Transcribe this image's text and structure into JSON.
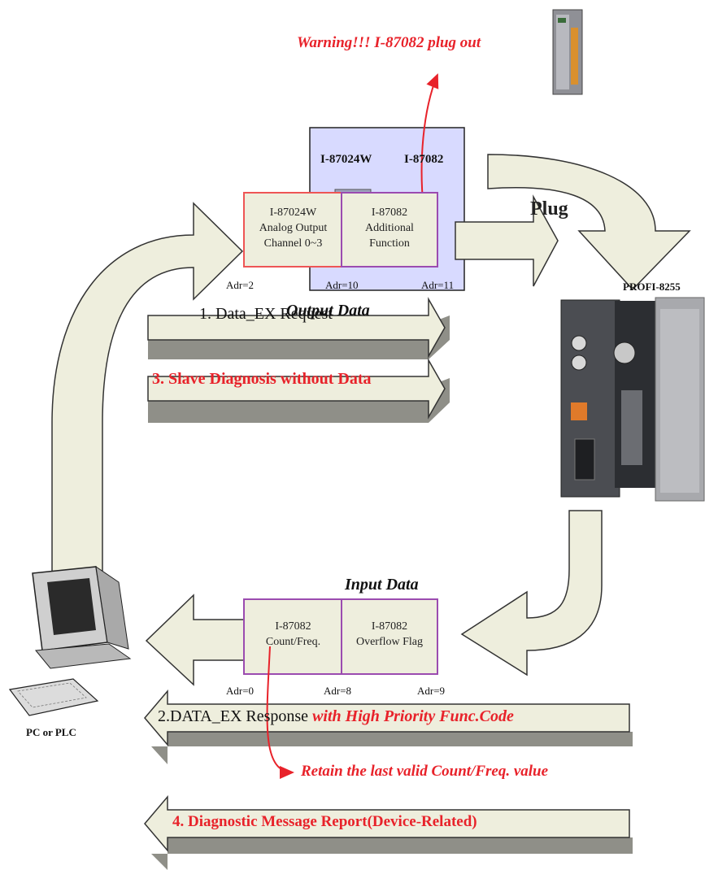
{
  "warning_text": "Warning!!! I-87082 plug out",
  "slot_panel": {
    "module_a": "I-87024W",
    "module_b": "I-87082"
  },
  "plug_label": "Plug",
  "device_label": "PROFI-8255",
  "output_data": {
    "title": "Output Data",
    "cell_1": [
      "I-87024W",
      "Analog Output",
      "Channel 0~3"
    ],
    "cell_2": [
      "I-87082",
      "Additional",
      "Function"
    ],
    "addresses": [
      "Adr=2",
      "Adr=10",
      "Adr=11"
    ]
  },
  "arrows": {
    "request": "1. Data_EX Request",
    "slave_diag": "3. Slave Diagnosis without Data",
    "response_plain": "2.DATA_EX Response ",
    "response_emph": "with High Priority Func.Code",
    "diag_report": "4. Diagnostic Message Report(Device-Related)"
  },
  "input_data": {
    "title": "Input Data",
    "cell_1": [
      "I-87082",
      "Count/Freq."
    ],
    "cell_2": [
      "I-87082",
      "Overflow Flag"
    ],
    "addresses": [
      "Adr=0",
      "Adr=8",
      "Adr=9"
    ]
  },
  "retain_text": "Retain the last valid Count/Freq. value",
  "pc_label": "PC or PLC",
  "colors": {
    "arrow_fill": "#eeeedd",
    "arrow_shade": "#8f8f88",
    "panel_fill": "#d8daff",
    "red": "#e8222a",
    "output_cell_border": "#ee5555",
    "purple_border": "#9b4bb0"
  }
}
